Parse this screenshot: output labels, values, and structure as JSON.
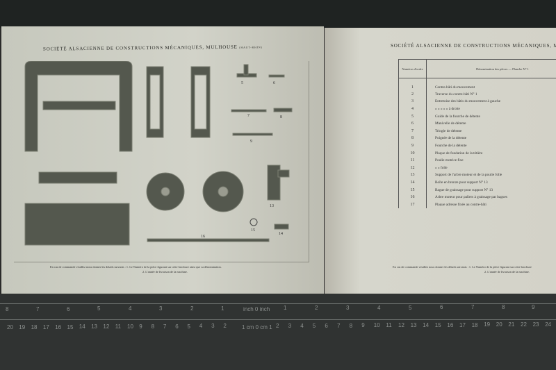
{
  "left_page": {
    "header": "SOCIÉTÉ ALSACIENNE DE CONSTRUCTIONS MÉCANIQUES, MULHOUSE",
    "header_suffix": "(HAUT-RHIN)",
    "part_labels": [
      "5",
      "6",
      "7",
      "8",
      "9",
      "13",
      "14",
      "15",
      "16"
    ],
    "footer_line1": "En cas de commande veuillez nous donner les détails suivants : 1. Le Numéro de la pièce figurant sur cette brochure ainsi que sa dénomination.",
    "footer_line2": "2. L'année de livraison de la machine."
  },
  "right_page": {
    "header": "SOCIÉTÉ ALSACIENNE DE CONSTRUCTIONS MÉCANIQUES, MULHOUSE",
    "table": {
      "col_number": "Numéros d'ordre",
      "col_desc": "Dénomination des pièces — Planche N° 1",
      "rows": [
        [
          "1",
          "Contre-bâti du mouvement"
        ],
        [
          "2",
          "Traverse du contre-bâti N° 1"
        ],
        [
          "3",
          "Entretoise des bâtis du mouvement à gauche"
        ],
        [
          "4",
          "»   »   »   »   »   à droite"
        ],
        [
          "5",
          "Guide de la fourche de détente"
        ],
        [
          "6",
          "Manivelle de détente"
        ],
        [
          "7",
          "Tringle de détente"
        ],
        [
          "8",
          "Poignée de la détente"
        ],
        [
          "9",
          "Fourche de la détente"
        ],
        [
          "10",
          "Plaque de fondation de la tétière"
        ],
        [
          "11",
          "Poulie motrice fixe"
        ],
        [
          "12",
          "»   »   folle"
        ],
        [
          "13",
          "Support de l'arbre moteur et de la poulie folle"
        ],
        [
          "14",
          "Boîte en bronze pour support N° 13"
        ],
        [
          "15",
          "Bague de graissage pour support N° 13"
        ],
        [
          "16",
          "Arbre moteur pour paliers à graissage par bagues"
        ],
        [
          "17",
          "Plaque adresse fixée au contre-bâti"
        ]
      ]
    },
    "footer_line1": "En cas de commande veuillez nous donner les détails suivants : 1. Le Numéro de la pièce figurant sur cette brochure",
    "footer_line2": "2. L'année de livraison de la machine."
  },
  "ruler": {
    "inch_label": "inch 0 inch",
    "cm_label": "1 cm 0 cm 1",
    "inch_ticks": [
      "8",
      "7",
      "6",
      "5",
      "4",
      "3",
      "2",
      "1",
      "1",
      "2",
      "3",
      "4",
      "5",
      "6",
      "7",
      "8",
      "9"
    ],
    "cm_ticks": [
      "20",
      "19",
      "18",
      "17",
      "16",
      "15",
      "14",
      "13",
      "12",
      "11",
      "10",
      "9",
      "8",
      "7",
      "6",
      "5",
      "4",
      "3",
      "2",
      "2",
      "3",
      "4",
      "5",
      "6",
      "7",
      "8",
      "9",
      "10",
      "11",
      "12",
      "13",
      "14",
      "15",
      "16",
      "17",
      "18",
      "19",
      "20",
      "21",
      "22",
      "23",
      "24"
    ]
  }
}
